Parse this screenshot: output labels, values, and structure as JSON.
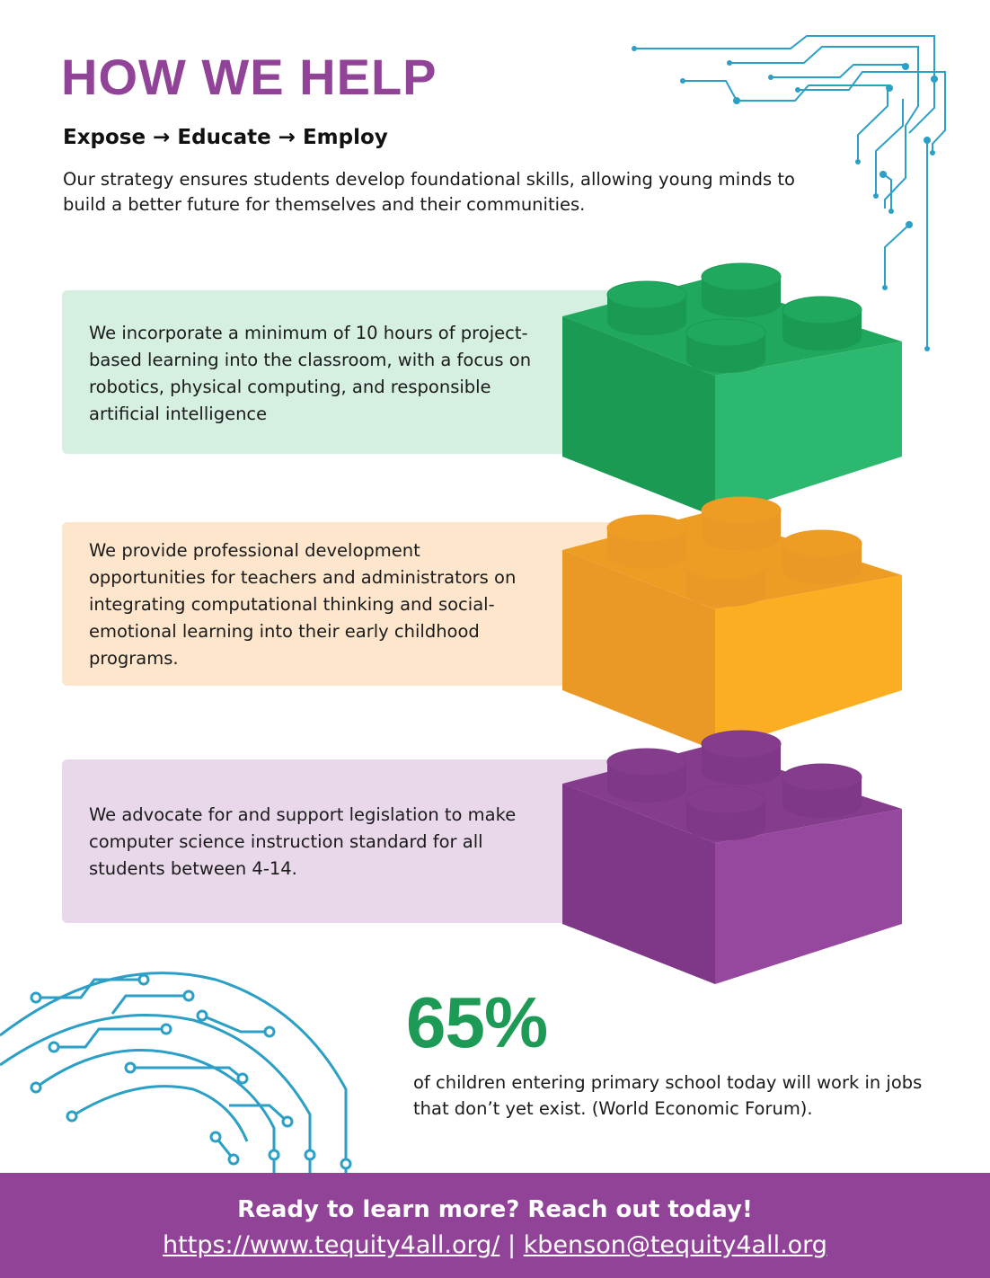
{
  "title": "HOW WE HELP",
  "tagline": "Expose → Educate → Employ",
  "intro": "Our strategy ensures students develop foundational skills, allowing young minds to build a better future for themselves and their communities.",
  "panels": [
    {
      "text": "We incorporate a minimum of 10 hours of project-based learning into the classroom, with a focus on robotics, physical computing, and responsible artificial intelligence",
      "color": "#d5efe1"
    },
    {
      "text": "We provide professional development opportunities for teachers and administrators on integrating computational thinking and social-emotional learning into their early childhood programs.",
      "color": "#fde6cc"
    },
    {
      "text": "We advocate for and support legislation to make computer science instruction standard for all students between 4-14.",
      "color": "#e8d8ea"
    }
  ],
  "brick_colors": {
    "green": [
      "#2db870",
      "#1a9a52",
      "#20a85e"
    ],
    "orange": [
      "#fbae22",
      "#eb9926",
      "#ee9d24"
    ],
    "purple": [
      "#96489f",
      "#7e3887",
      "#863c8d"
    ]
  },
  "stat": {
    "value": "65%",
    "text": "of children entering primary school today will work in jobs that don’t yet exist. (World Economic Forum)."
  },
  "footer": {
    "cta": "Ready to learn more? Reach out today!",
    "website": "https://www.tequity4all.org/",
    "separator": " | ",
    "email": "kbenson@tequity4all.org"
  },
  "colors": {
    "title": "#914497",
    "stat": "#1d9a55",
    "footer_bg": "#914497",
    "circuit": "#2b9fc6"
  }
}
